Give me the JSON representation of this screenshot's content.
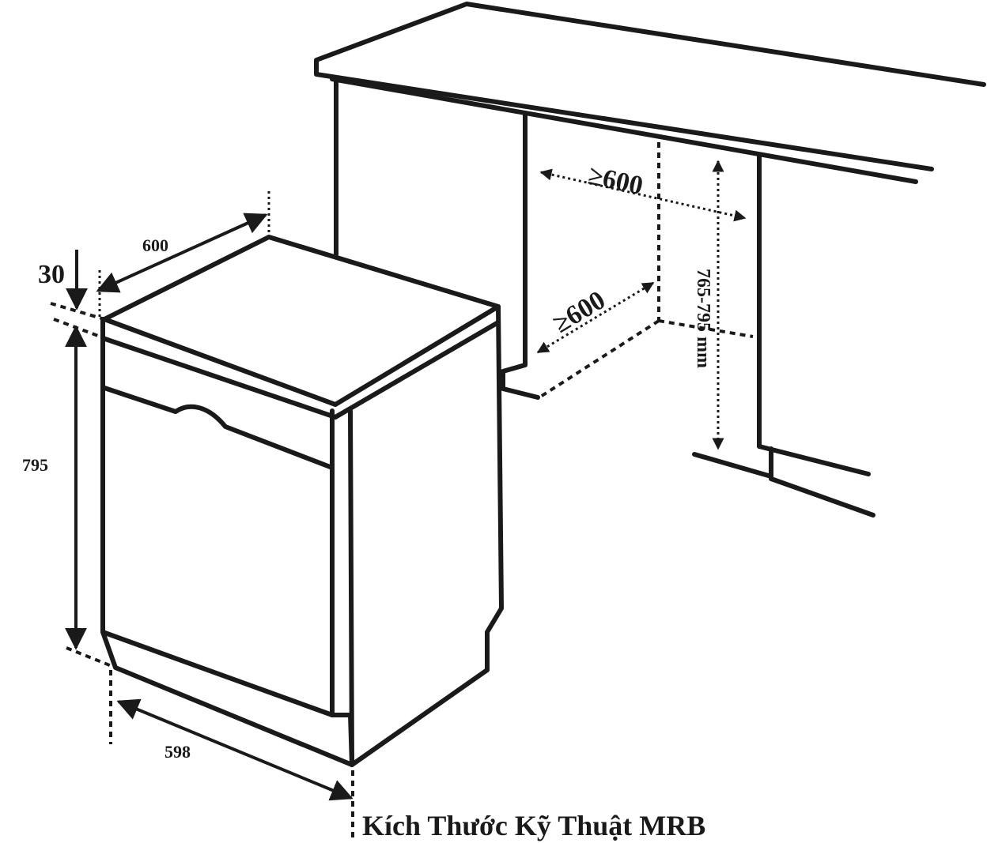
{
  "diagram": {
    "dimensions": {
      "top_depth": "600",
      "top_offset": "30",
      "height": "795",
      "width": "598",
      "niche_width": "≥600",
      "niche_depth": "≥600",
      "niche_height": "765-795 mm"
    },
    "caption": "Kích Thước Kỹ Thuật MRB"
  }
}
